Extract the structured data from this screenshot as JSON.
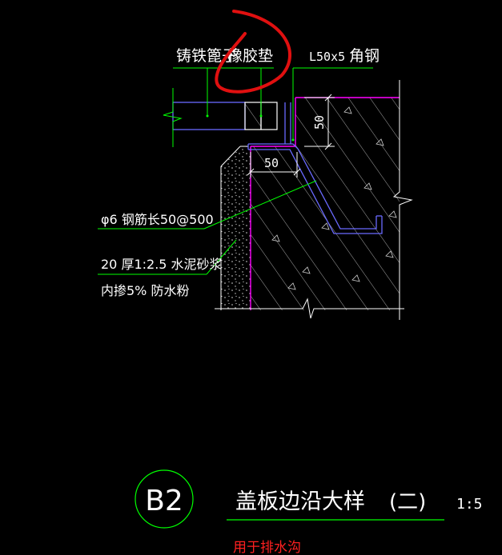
{
  "labels": {
    "cast_iron_grate": "铸铁篦子",
    "rubber_pad": "橡胶垫",
    "angle_size": "L50x5",
    "angle_steel": "角钢",
    "dim_50_vertical": "50",
    "dim_50_horizontal": "50",
    "rebar": "φ6 钢筋长50@500",
    "mortar_line1": "20 厚1:2.5  水泥砂浆",
    "mortar_line2": "内掺5% 防水粉"
  },
  "title_block": {
    "detail_id": "B2",
    "title": "盖板边沿大样",
    "variant": "(二)",
    "scale": "1:5",
    "note": "用于排水沟"
  },
  "colors": {
    "background": "#000000",
    "line_white": "#ffffff",
    "leader_green": "#00ff00",
    "outline_magenta": "#ff00ff",
    "grate_blue": "#6a6aff",
    "markup_red": "#e01010",
    "note_red": "#ff2020"
  }
}
